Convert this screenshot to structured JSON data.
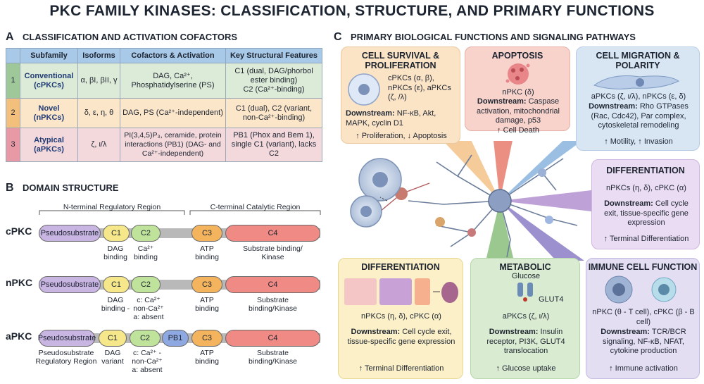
{
  "title": "PKC FAMILY KINASES: CLASSIFICATION, STRUCTURE, AND PRIMARY FUNCTIONS",
  "panel_a": {
    "letter": "A",
    "heading": "CLASSIFICATION AND ACTIVATION COFACTORS",
    "columns": [
      "Subfamily",
      "Isoforms",
      "Cofactors & Activation",
      "Key Structural Features"
    ],
    "rows": [
      {
        "num": "1",
        "subfamily": "Conventional (cPKCs)",
        "isoforms": "α, βI, βII, γ",
        "cofactors": "DAG, Ca²⁺, Phosphatidylserine (PS)",
        "features_1": "C1 (dual, DAG/phorbol ester binding)",
        "features_2": "C2 (Ca²⁺-binding)"
      },
      {
        "num": "2",
        "subfamily": "Novel (nPKCs)",
        "isoforms": "δ, ε, η, θ",
        "cofactors": "DAG, PS (Ca²⁺-independent)",
        "features_1": "C1 (dual), C2 (variant,",
        "features_2": "non-Ca²⁺-binding)"
      },
      {
        "num": "3",
        "subfamily": "Atypical (aPKCs)",
        "isoforms": "ζ, ι/λ",
        "cofactors": "PI(3,4,5)P₃, ceramide, protein interactions (PB1) (DAG- and Ca²⁺-independent)",
        "features_1": "PB1 (Phox and Bem 1),",
        "features_2": "single C1 (variant), lacks C2"
      }
    ]
  },
  "panel_b": {
    "letter": "B",
    "heading": "DOMAIN STRUCTURE",
    "region_n": "N-terminal Regulatory Region",
    "region_c": "C-terminal Catalytic Region",
    "domains": {
      "pseudo": "Pseudosubstrate",
      "c1": "C1",
      "c2": "C2",
      "c3": "C3",
      "c4": "C4",
      "pb1": "PB1"
    },
    "cpkc": {
      "name": "cPKC",
      "c1_label": "DAG binding",
      "c2_label": "Ca²⁺ binding",
      "c3_label": "ATP binding",
      "c4_label": "Substrate binding/ Kinase"
    },
    "npkc": {
      "name": "nPKC",
      "c1_label": "DAG binding -",
      "c2_label": "c: Ca²⁺ non-Ca²⁺ a: absent",
      "c3_label": "ATP binding",
      "c4_label": "Substrate binding/Kinase"
    },
    "apkc": {
      "name": "aPKC",
      "pseudo_label": "Pseudosubstrate Regulatory Region",
      "c1_label": "DAG variant",
      "c2_label": "c: Ca²⁺ - non-Ca²⁺ a: absent",
      "c3_label": "ATP binding",
      "c4_label": "Substrate binding/Kinase"
    }
  },
  "panel_c": {
    "letter": "C",
    "heading": "PRIMARY BIOLOGICAL FUNCTIONS AND SIGNALING PATHWAYS",
    "survival": {
      "title": "CELL SURVIVAL & PROLIFERATION",
      "isoforms": "cPKCs (α, β), nPKCs (ε), aPKCs (ζ, /λ)",
      "downstream_label": "Downstream:",
      "downstream": "NF-κB, Akt, MAPK, cyclin D1",
      "effect": "↑ Proliferation, ↓ Apoptosis"
    },
    "apoptosis": {
      "title": "APOPTOSIS",
      "isoforms": "nPKC (δ)",
      "downstream_label": "Downstream:",
      "downstream": "Caspase activation, mitochondrial damage, p53",
      "effect": "↑ Cell Death"
    },
    "migration": {
      "title": "CELL MIGRATION & POLARITY",
      "isoforms": "aPKCs (ζ, ι/λ), nPKCs (ε, δ)",
      "downstream_label": "Downstream:",
      "downstream": "Rho GTPases (Rac, Cdc42), Par complex, cytoskeletal remodeling",
      "effect": "↑ Motility, ↑ Invasion"
    },
    "diff_right": {
      "title": "DIFFERENTIATION",
      "isoforms": "nPKCs (η, δ), cPKC (α)",
      "downstream_label": "Downstream:",
      "downstream": "Cell cycle exit, tissue-specific gene expression",
      "effect": "↑ Terminal Differentiation"
    },
    "diff_left": {
      "title": "DIFFERENTIATION",
      "isoforms": "nPKCs (η, δ),  cPKC (α)",
      "downstream_label": "Downstream:",
      "downstream": "Cell cycle exit, tissue-specific gene expression",
      "effect": "↑ Terminal Differentiation"
    },
    "metabolic": {
      "title": "METABOLIC",
      "glucose": "Glucose",
      "glut4": "GLUT4",
      "isoforms": "aPKCs (ζ, ι/λ)",
      "downstream_label": "Downstream:",
      "downstream": "Insulin receptor, PI3K, GLUT4 translocation",
      "effect": "↑ Glucose uptake"
    },
    "immune": {
      "title": "IMMUNE CELL FUNCTION",
      "isoforms": "nPKC (θ - T cell), cPKC (β - B cell)",
      "downstream_label": "Downstream:",
      "downstream": "TCR/BCR signaling, NF-κB, NFAT, cytokine production",
      "effect": "↑ Immune activation"
    }
  },
  "colors": {
    "survival": "#fbe3c6",
    "apoptosis": "#f8d3cc",
    "migration": "#d8e6f4",
    "diff_right": "#eadcf2",
    "diff_left": "#fbf0c8",
    "metabolic": "#d9ecd2",
    "immune": "#e4def3"
  }
}
